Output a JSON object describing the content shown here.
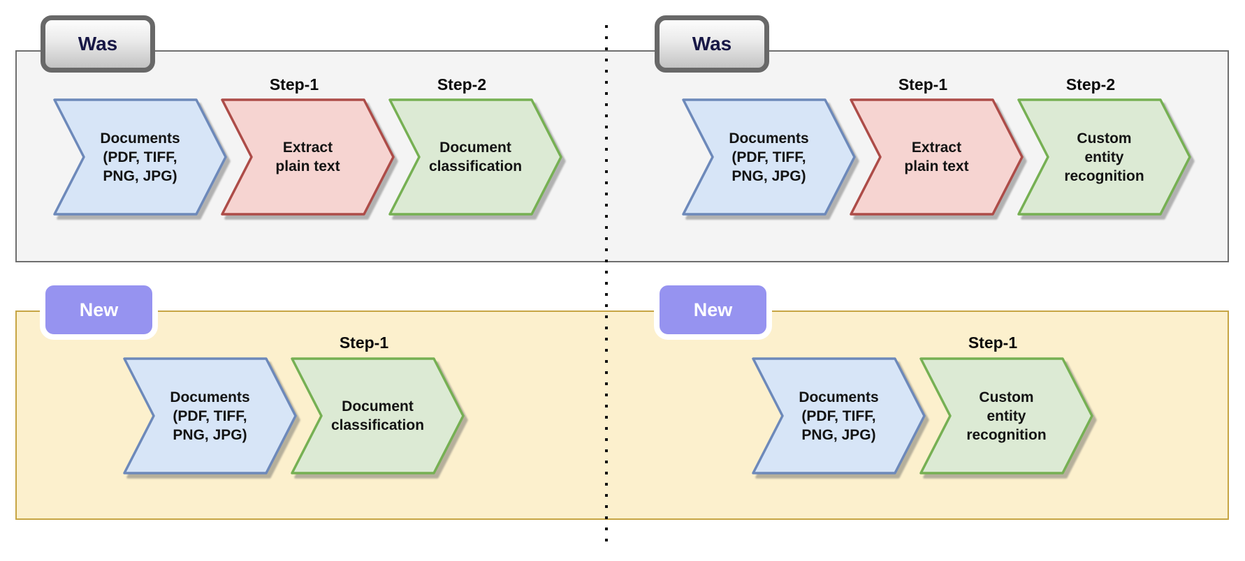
{
  "badges": {
    "was": "Was",
    "new": "New"
  },
  "steps": {
    "step1": "Step-1",
    "step2": "Step-2"
  },
  "nodes": {
    "documents": {
      "lines": [
        "Documents",
        "(PDF, TIFF,",
        "PNG, JPG)"
      ]
    },
    "extract_plain_text": {
      "lines": [
        "Extract",
        "plain text"
      ]
    },
    "document_classification": {
      "lines": [
        "Document",
        "classification"
      ]
    },
    "custom_entity_recognition": {
      "lines": [
        "Custom",
        "entity",
        "recognition"
      ]
    }
  },
  "colors": {
    "was_panel_fill": "#f4f4f4",
    "was_panel_border": "#6f6f6f",
    "new_panel_fill": "#fcf0cd",
    "new_panel_border": "#c6a544",
    "chevron_blue_fill": "#d7e5f7",
    "chevron_blue_border": "#6d89ba",
    "chevron_red_fill": "#f6d4d1",
    "chevron_red_border": "#ad4c48",
    "chevron_green_fill": "#dcead4",
    "chevron_green_border": "#76b053",
    "was_badge_text": "#171745",
    "new_badge_fill": "#9693f0",
    "divider_dot": "#111111"
  }
}
